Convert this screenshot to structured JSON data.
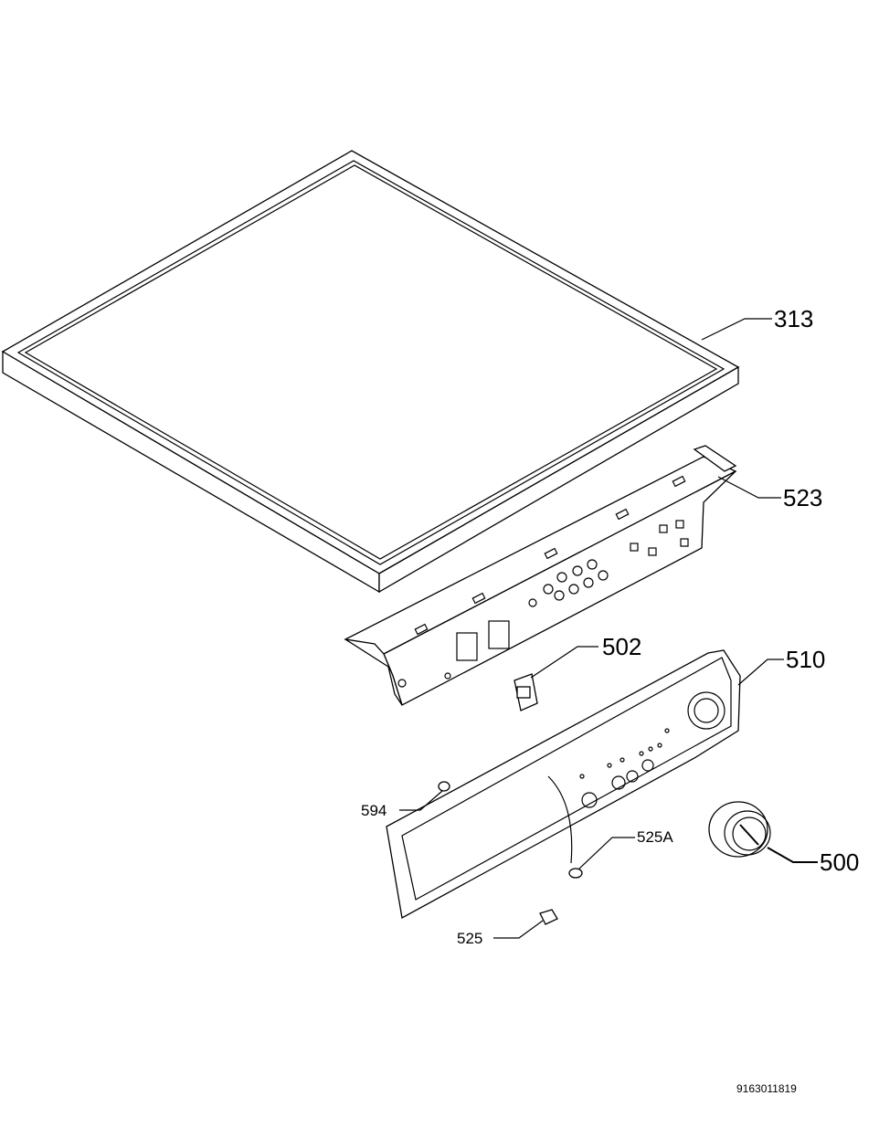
{
  "labels": {
    "p313": "313",
    "p523": "523",
    "p502": "502",
    "p510": "510",
    "p594": "594",
    "p525A": "525A",
    "p500": "500",
    "p525": "525"
  },
  "document_number": "9163011819"
}
